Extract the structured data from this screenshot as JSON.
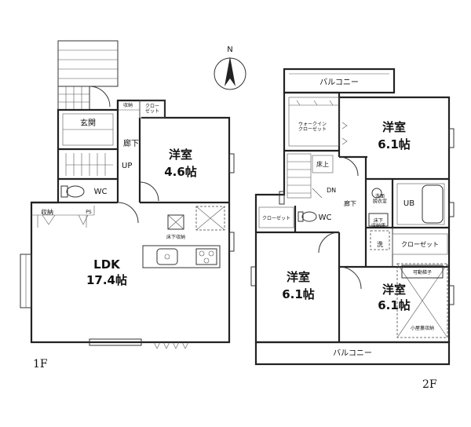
{
  "compass": {
    "north": "N"
  },
  "floor1": {
    "floor_label": "1F",
    "storage_top": "収納",
    "closet_top": "クロー\nゼット",
    "entrance": "玄関",
    "hallway": "廊下",
    "up": "UP",
    "wc": "WC",
    "storage_ldk": "収納",
    "ps": "PS",
    "bedroom_name": "洋室",
    "bedroom_size": "4.6帖",
    "underfloor": "床下収納",
    "ldk_name": "LDK",
    "ldk_size": "17.4帖"
  },
  "floor2": {
    "floor_label": "2F",
    "balcony_top": "バルコニー",
    "walkin": "ウォークイン\nクローゼット",
    "floor_up": "床上",
    "bedroom_ne_name": "洋室",
    "bedroom_ne_size": "6.1帖",
    "dn": "DN",
    "hallway": "廊下",
    "washroom": "洗面\n脱衣室",
    "underfloor": "床下\n収納庫",
    "ub": "UB",
    "closet_left": "クローゼット",
    "wc": "WC",
    "closet_right": "クローゼット",
    "ladder": "可動梯子",
    "wash": "洗",
    "bedroom_sw_name": "洋室",
    "bedroom_sw_size": "6.1帖",
    "bedroom_se_name": "洋室",
    "bedroom_se_size": "6.1帖",
    "attic": "小屋裏収納",
    "balcony_bottom": "バルコニー"
  }
}
